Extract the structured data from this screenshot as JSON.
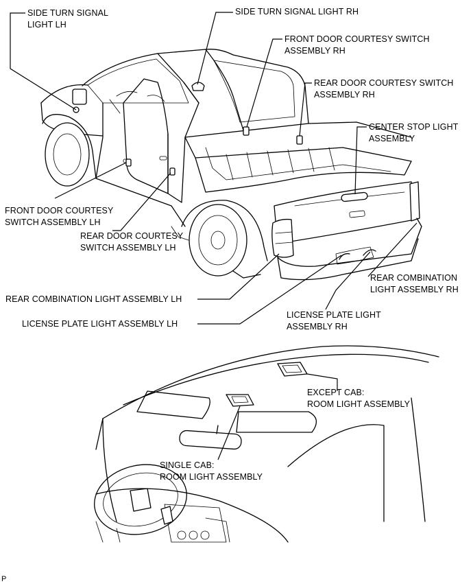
{
  "labels": {
    "side_turn_lh": [
      "SIDE TURN SIGNAL",
      "LIGHT LH"
    ],
    "side_turn_rh": [
      "SIDE TURN SIGNAL LIGHT RH"
    ],
    "front_door_rh": [
      "FRONT DOOR COURTESY SWITCH",
      "ASSEMBLY RH"
    ],
    "rear_door_rh": [
      "REAR DOOR COURTESY SWITCH",
      "ASSEMBLY RH"
    ],
    "center_stop": [
      "CENTER STOP LIGHT",
      "ASSEMBLY"
    ],
    "front_door_lh": [
      "FRONT DOOR COURTESY",
      "SWITCH ASSEMBLY LH"
    ],
    "rear_door_lh": [
      "REAR DOOR COURTESY",
      "SWITCH ASSEMBLY LH"
    ],
    "rear_comb_lh": [
      "REAR COMBINATION LIGHT ASSEMBLY LH"
    ],
    "rear_comb_rh": [
      "REAR COMBINATION",
      "LIGHT ASSEMBLY RH"
    ],
    "license_lh": [
      "LICENSE PLATE LIGHT ASSEMBLY LH"
    ],
    "license_rh": [
      "LICENSE PLATE LIGHT",
      "ASSEMBLY RH"
    ],
    "except_cab": [
      "EXCEPT CAB:",
      "ROOM LIGHT ASSEMBLY"
    ],
    "single_cab": [
      "SINGLE CAB:",
      "ROOM LIGHT ASSEMBLY"
    ]
  },
  "footer_mark": "P"
}
